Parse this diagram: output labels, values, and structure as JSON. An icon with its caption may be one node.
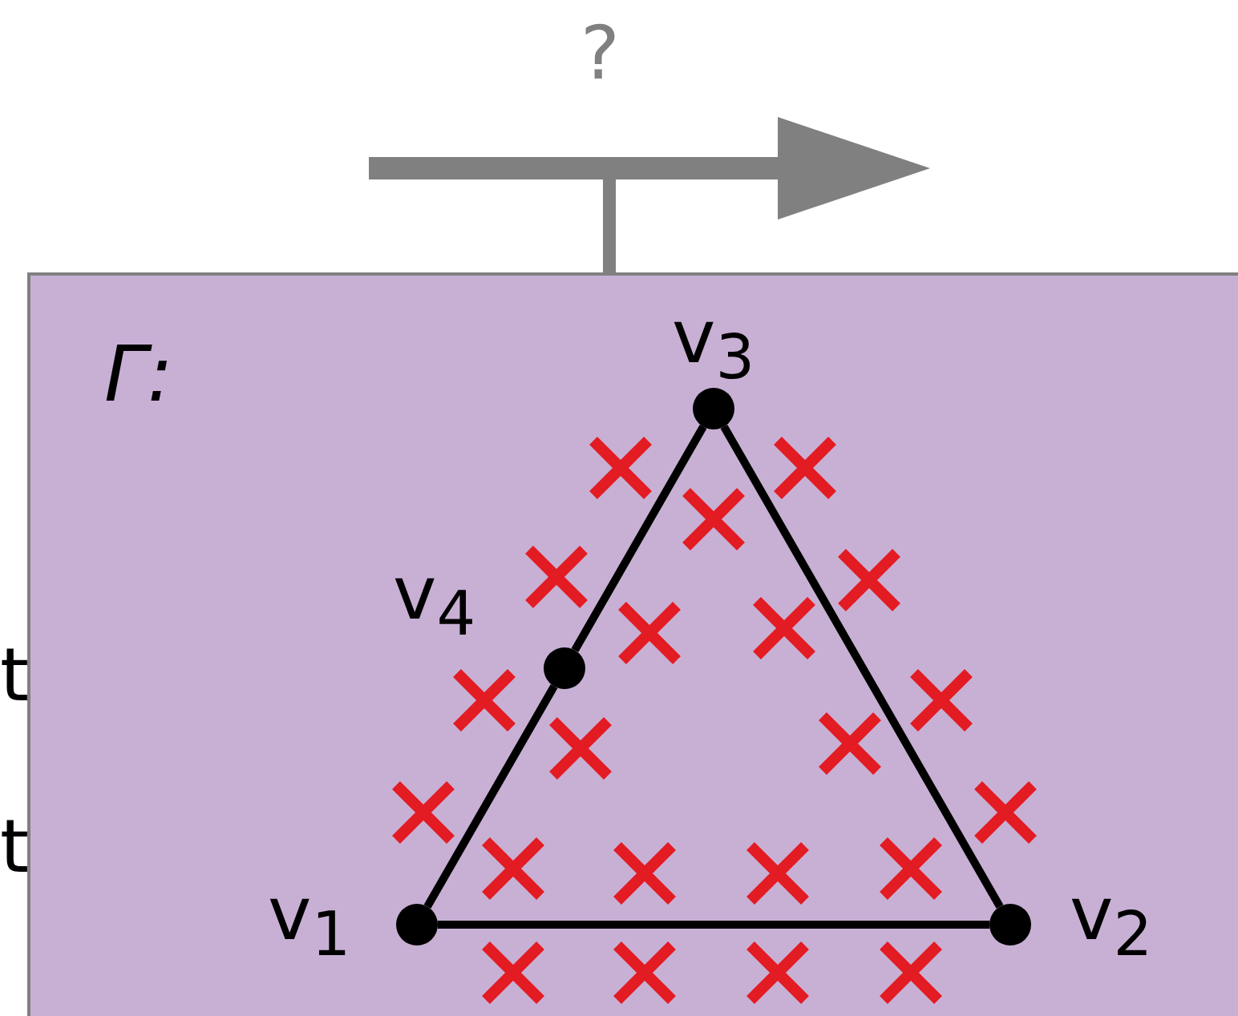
{
  "diagram": {
    "nodes": [
      {
        "text": [
          "Γ:"
        ]
      },
      {
        "text": [],
        "shape": "circle",
        "beside": [
          "v$_{3}$"
        ],
        "in": 0
      },
      {
        "text": [],
        "shape": "circle",
        "beside": [
          "v$_{4}$"
        ],
        "in": 0
      },
      {
        "text": [],
        "shape": "circle",
        "beside": [
          "v$_{1}$"
        ],
        "in": 0
      },
      {
        "text": [],
        "shape": "circle",
        "beside": [
          "v$_{2}$"
        ],
        "in": 0
      }
    ],
    "edges": [
      {
        "from": 3,
        "to": 4,
        "arrow": "none"
      },
      {
        "from": 4,
        "to": 1,
        "arrow": "none"
      },
      {
        "from": 1,
        "to": 2,
        "arrow": "none"
      },
      {
        "from": 2,
        "to": 3,
        "arrow": "none"
      }
    ],
    "labels": [
      "?",
      "t",
      "t"
    ]
  }
}
